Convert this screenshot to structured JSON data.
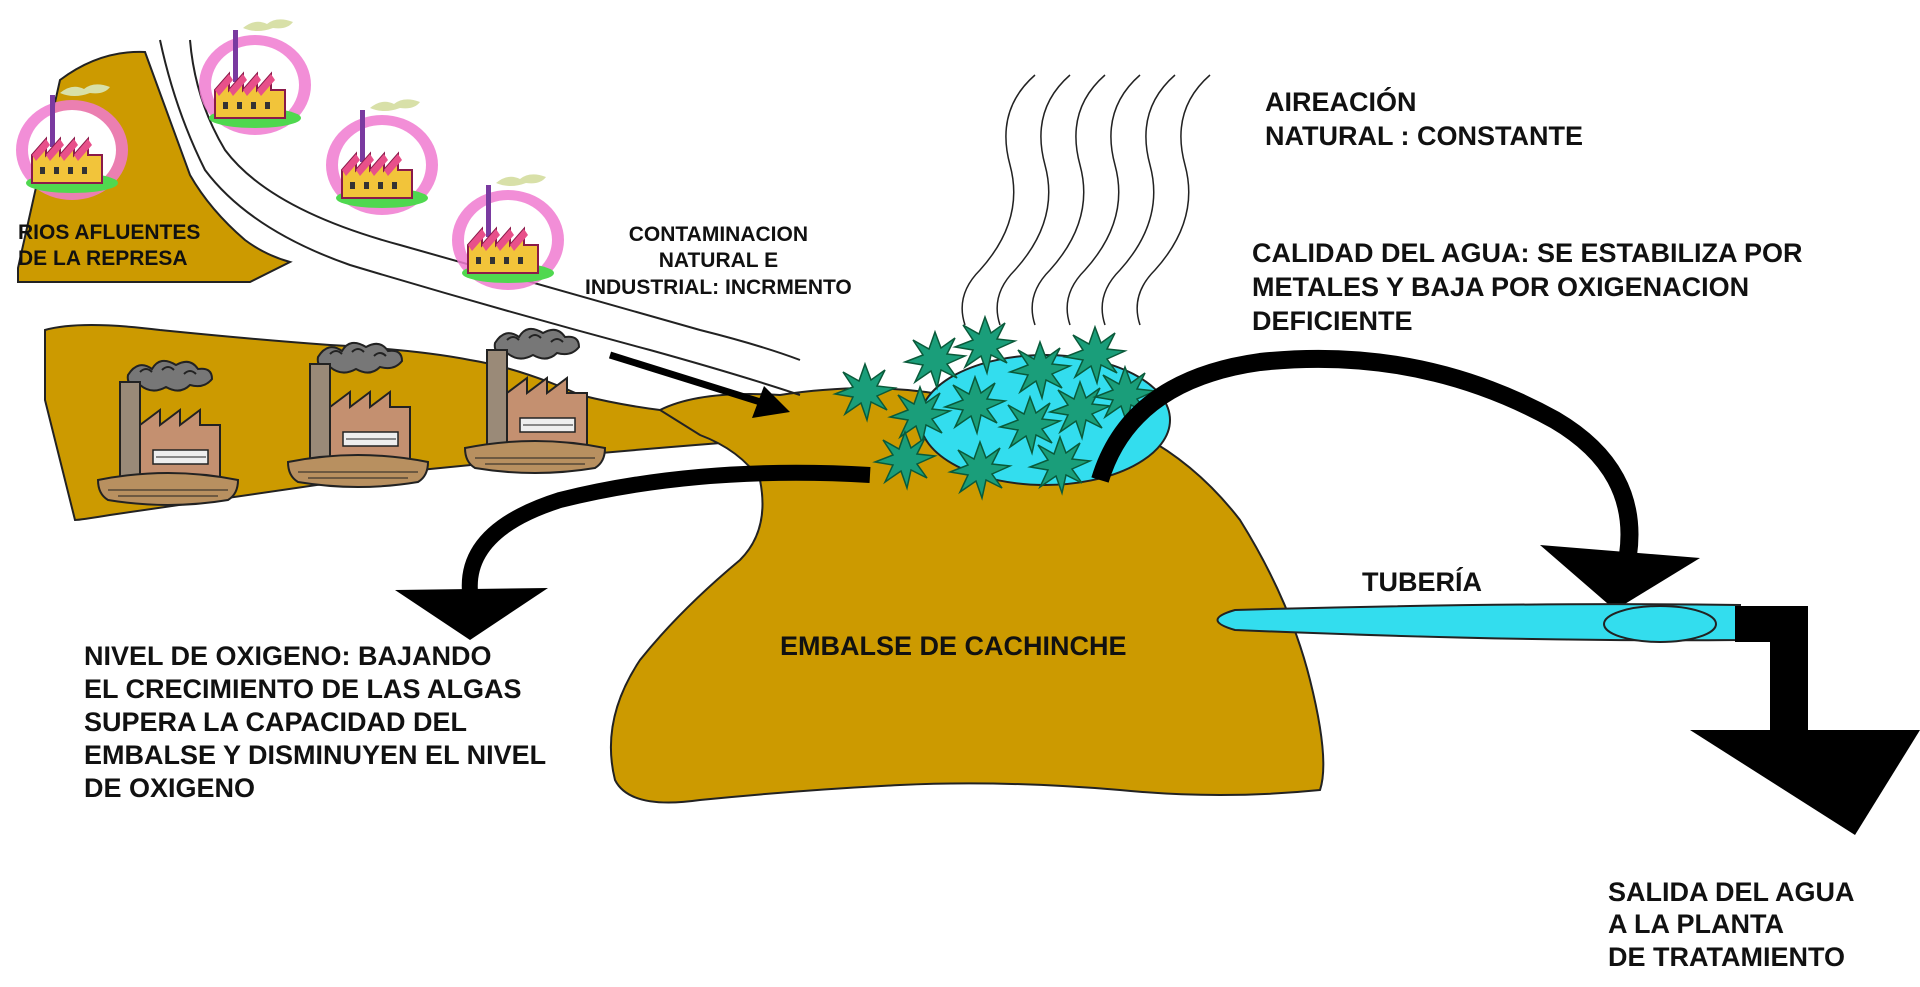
{
  "labels": {
    "rivers": [
      "RIOS AFLUENTES",
      "DE LA REPRESA"
    ],
    "contamination": [
      "CONTAMINACION",
      "NATURAL E",
      "INDUSTRIAL: INCRMENTO"
    ],
    "aeration": [
      "AIREACIÓN",
      "NATURAL : CONSTANTE"
    ],
    "water_quality": [
      "CALIDAD DEL AGUA: SE ESTABILIZA POR",
      "METALES Y BAJA POR OXIGENACION",
      "DEFICIENTE"
    ],
    "pipe": "TUBERÍA",
    "reservoir": "EMBALSE DE CACHINCHE",
    "oxygen": [
      "NIVEL DE OXIGENO: BAJANDO",
      "EL CRECIMIENTO DE LAS ALGAS",
      "SUPERA LA CAPACIDAD DEL",
      "EMBALSE Y DISMINUYEN EL NIVEL",
      "DE OXIGENO"
    ],
    "outlet": [
      "SALIDA DEL AGUA",
      "A LA PLANTA",
      "DE TRATAMIENTO"
    ]
  },
  "colors": {
    "land": "#cc9a00",
    "water": "#33ddee",
    "algae": "#1a9e7a",
    "arrow": "#000000",
    "factory_roof": "#e8508a",
    "factory_wall": "#f2c43a",
    "factory_grass": "#4fd84f",
    "factory_glow": "#f07ad0"
  },
  "icons": [
    "colorful-factory-icon",
    "old-factory-icon",
    "algae-star-icon",
    "heat-wave-lines"
  ]
}
